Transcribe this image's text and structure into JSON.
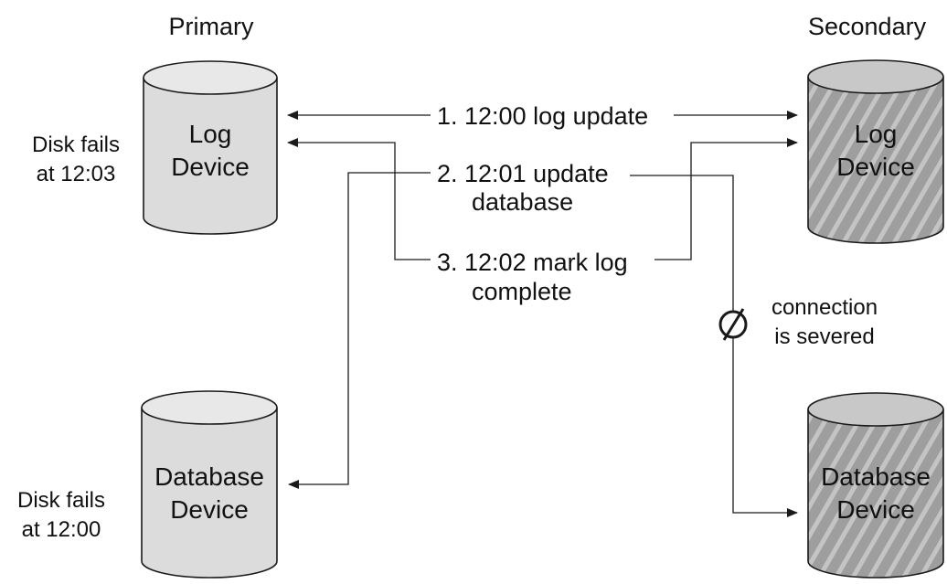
{
  "headers": {
    "primary": "Primary",
    "secondary": "Secondary"
  },
  "devices": {
    "primary_log": [
      "Log",
      "Device"
    ],
    "primary_db": [
      "Database",
      "Device"
    ],
    "secondary_log": [
      "Log",
      "Device"
    ],
    "secondary_db": [
      "Database",
      "Device"
    ]
  },
  "notes": {
    "primary_log_fail": [
      "Disk fails",
      "at 12:03"
    ],
    "primary_db_fail": [
      "Disk fails",
      "at 12:00"
    ],
    "severed": [
      "connection",
      "is severed"
    ]
  },
  "steps": [
    {
      "lines": [
        "1. 12:00 log update"
      ]
    },
    {
      "lines": [
        "2. 12:01 update",
        "database"
      ]
    },
    {
      "lines": [
        "3. 12:02 mark log",
        "complete"
      ]
    }
  ],
  "colors": {
    "primary_fill": "#dcdcdc",
    "secondary_fill": "#9e9e9e",
    "stripe": "#bdbdbd",
    "line": "#1a1a1a"
  }
}
